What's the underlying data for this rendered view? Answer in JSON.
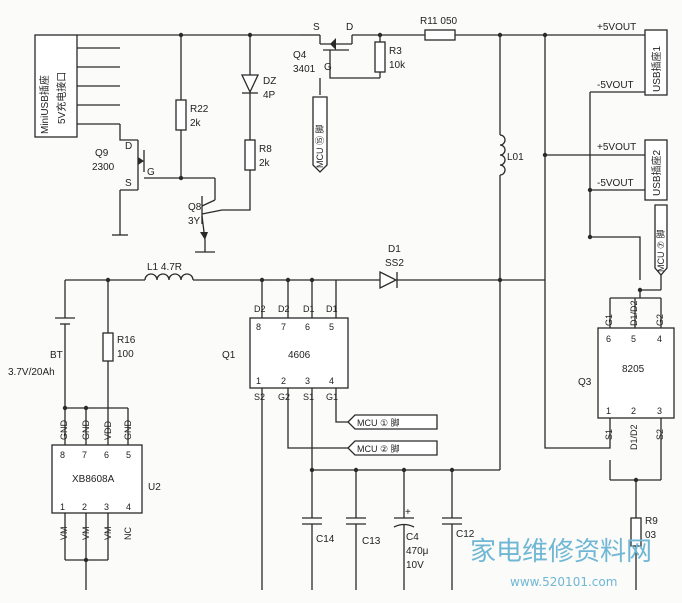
{
  "connectors": {
    "mini_usb": "MiniUSB插座",
    "charge_port": "5V充电接口"
  },
  "q4": {
    "ref": "Q4",
    "part": "3401",
    "s": "S",
    "d": "D",
    "g": "G"
  },
  "r3": {
    "ref": "R3",
    "value": "10k"
  },
  "r11": {
    "label": "R11  050"
  },
  "l01": {
    "ref": "L01"
  },
  "usb": {
    "p1_plus": "+5VOUT",
    "p1_minus": "-5VOUT",
    "p2_plus": "+5VOUT",
    "p2_minus": "-5VOUT",
    "s1": "USB插座1",
    "s2": "USB插座2"
  },
  "mcu": {
    "p15": "MCU ⑮ 脚",
    "p7": "MCU ⑦ 脚",
    "p1": "MCU ① 脚",
    "p2": "MCU ② 脚"
  },
  "r22": {
    "ref": "R22",
    "value": "2k"
  },
  "dz": {
    "ref": "DZ",
    "value": "4P"
  },
  "r8": {
    "ref": "R8",
    "value": "2k"
  },
  "q8": {
    "ref": "Q8",
    "part": "3Y"
  },
  "q9": {
    "ref": "Q9",
    "part": "2300",
    "d": "D",
    "s": "S",
    "g": "G"
  },
  "bt": {
    "ref": "BT",
    "value": "3.7V/20Ah"
  },
  "r16": {
    "ref": "R16",
    "value": "100"
  },
  "l1": {
    "label": "L1  4.7R"
  },
  "d1": {
    "ref": "D1",
    "part": "SS2"
  },
  "q1": {
    "ref": "Q1",
    "part": "4606",
    "pins_top": [
      "D2",
      "D2",
      "D1",
      "D1"
    ],
    "nums_top": [
      "8",
      "7",
      "6",
      "5"
    ],
    "nums_bot": [
      "1",
      "2",
      "3",
      "4"
    ],
    "pins_bot": [
      "S2",
      "G2",
      "S1",
      "G1"
    ]
  },
  "caps": {
    "c14": "C14",
    "c13": "C13",
    "c4": "C4",
    "c4_plus": "+",
    "c4_value": "470μ",
    "c4_volt": "10V",
    "c12": "C12"
  },
  "u2": {
    "ref": "U2",
    "part": "XB8608A",
    "top": [
      "GND",
      "GND",
      "VDD",
      "GND"
    ],
    "ntop": [
      "8",
      "7",
      "6",
      "5"
    ],
    "nbot": [
      "1",
      "2",
      "3",
      "4"
    ],
    "bot": [
      "VM",
      "VM",
      "VM",
      "NC"
    ]
  },
  "q3": {
    "ref": "Q3",
    "part": "8205",
    "top": [
      "G1",
      "D1/D2",
      "G2"
    ],
    "ntop": [
      "6",
      "5",
      "4"
    ],
    "nbot": [
      "1",
      "2",
      "3"
    ],
    "bot": [
      "S1",
      "D1/D2",
      "S2"
    ]
  },
  "r9": {
    "ref": "R9",
    "value": "03"
  },
  "watermark": {
    "title": "家电维修资料网",
    "url": "www.520101.com"
  }
}
